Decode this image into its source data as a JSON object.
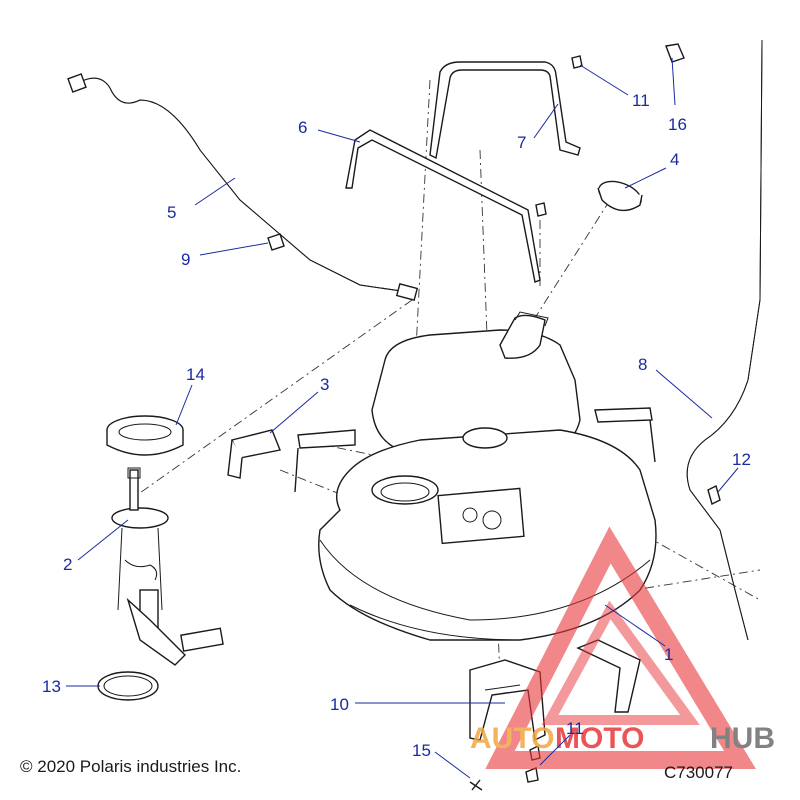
{
  "callouts": [
    "1",
    "2",
    "3",
    "4",
    "5",
    "6",
    "7",
    "8",
    "9",
    "10",
    "11",
    "11",
    "12",
    "13",
    "14",
    "15",
    "16"
  ],
  "copyright": "© 2020 Polaris industries Inc.",
  "drawing_number": "C730077",
  "watermark": {
    "part1": "AUTO",
    "part2": "MOTO",
    "part3": "HUB",
    "colors": {
      "orange": "#f2a640",
      "red": "#e8373a",
      "gray": "#6d6d6d"
    }
  },
  "colors": {
    "callout": "#1a2aa0",
    "line": "#1a1a1a"
  }
}
